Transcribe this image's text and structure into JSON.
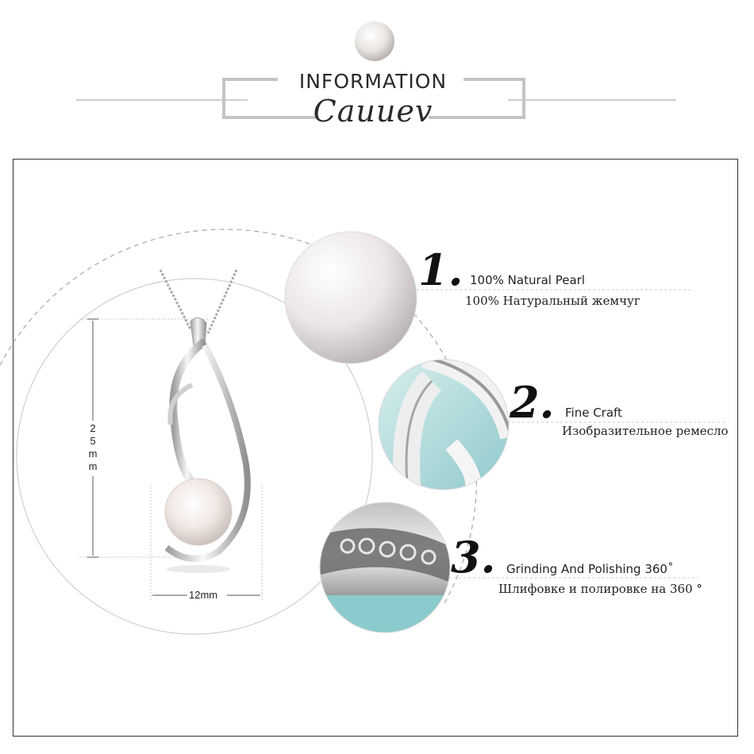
{
  "header": {
    "title": "INFORMATION",
    "brand": "Cauuev"
  },
  "product": {
    "dimensions": {
      "height": [
        "2",
        "5",
        "m",
        "m"
      ],
      "width": "12mm"
    }
  },
  "features": [
    {
      "number": "1.",
      "text_en": "100% Natural Pearl",
      "text_ru": "100% Натуральный жемчуг"
    },
    {
      "number": "2.",
      "text_en": "Fine Craft",
      "text_ru": "Изобразительное ремесло"
    },
    {
      "number": "3.",
      "text_en": "Grinding And Polishing 360˚",
      "text_ru": "Шлифовке и полировке на 360 °"
    }
  ]
}
